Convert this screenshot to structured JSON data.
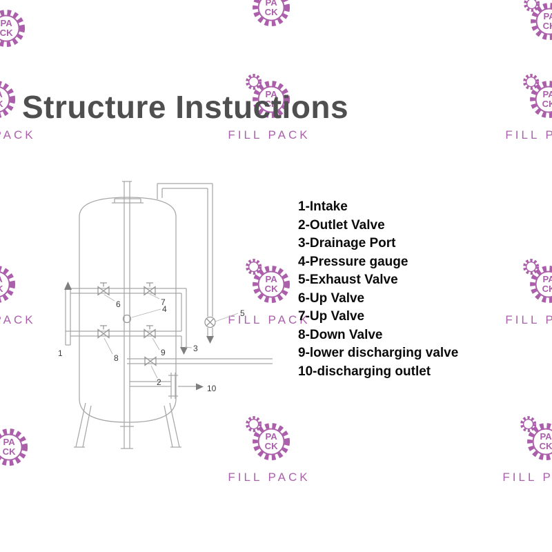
{
  "page": {
    "title": "Structure Instuctions",
    "background_color": "#ffffff",
    "title_color": "#4f4f4f"
  },
  "watermark": {
    "line1": "PA",
    "line2": "CK",
    "brand": "FILL PACK",
    "color": "#993d99"
  },
  "parts_list": {
    "items": [
      "1-Intake",
      "2-Outlet Valve",
      "3-Drainage Port",
      "4-Pressure gauge",
      "5-Exhaust Valve",
      "6-Up Valve",
      "7-Up Valve",
      "8-Down Valve",
      "9-lower discharging valve",
      "10-discharging outlet"
    ]
  },
  "diagram": {
    "labels": [
      "1",
      "2",
      "3",
      "4",
      "5",
      "6",
      "7",
      "8",
      "9",
      "10"
    ],
    "line_color": "#a6a6a6"
  }
}
